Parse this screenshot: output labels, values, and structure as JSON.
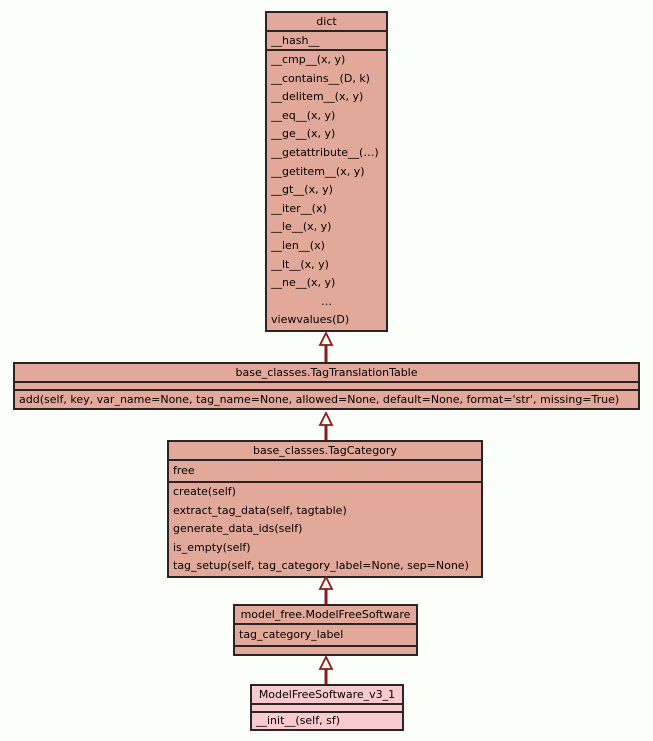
{
  "diagram": {
    "type": "uml-class-inheritance",
    "background_color": "#fbfdf8",
    "box_fill_color": "#e2a89a",
    "highlight_fill_color": "#f9cacd",
    "border_color": "#2a2424",
    "arrow_color": "#8e1919"
  },
  "classes": [
    {
      "name": "dict",
      "attributes": [
        "__hash__"
      ],
      "methods": [
        "__cmp__(x, y)",
        "__contains__(D, k)",
        "__delitem__(x, y)",
        "__eq__(x, y)",
        "__ge__(x, y)",
        "__getattribute__(…)",
        "__getitem__(x, y)",
        "__gt__(x, y)",
        "__iter__(x)",
        "__le__(x, y)",
        "__len__(x)",
        "__lt__(x, y)",
        "__ne__(x, y)",
        "…",
        "viewvalues(D)"
      ]
    },
    {
      "name": "base_classes.TagTranslationTable",
      "attributes": [],
      "methods": [
        "add(self, key, var_name=None, tag_name=None, allowed=None, default=None, format='str', missing=True)"
      ]
    },
    {
      "name": "base_classes.TagCategory",
      "attributes": [
        "free"
      ],
      "methods": [
        "create(self)",
        "extract_tag_data(self, tagtable)",
        "generate_data_ids(self)",
        "is_empty(self)",
        "tag_setup(self, tag_category_label=None, sep=None)"
      ]
    },
    {
      "name": "model_free.ModelFreeSoftware",
      "attributes": [
        "tag_category_label"
      ],
      "methods": []
    },
    {
      "name": "ModelFreeSoftware_v3_1",
      "attributes": [],
      "methods": [
        "__init__(self, sf)"
      ]
    }
  ]
}
